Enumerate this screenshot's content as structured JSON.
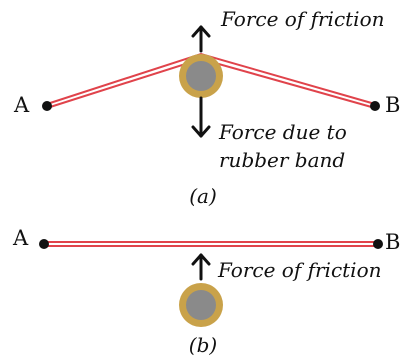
{
  "panel_a": {
    "point_a_label": "A",
    "point_b_label": "B",
    "force_up_label": "Force of friction",
    "force_down_label_line1": "Force due to",
    "force_down_label_line2": "rubber band",
    "caption": "(a)"
  },
  "panel_b": {
    "point_a_label": "A",
    "point_b_label": "B",
    "force_up_label": "Force of friction",
    "caption": "(b)"
  },
  "colors": {
    "band": "#e0434b",
    "coin_rim": "#c9a24a",
    "coin_face": "#8a8a8a",
    "ink": "#111111"
  }
}
